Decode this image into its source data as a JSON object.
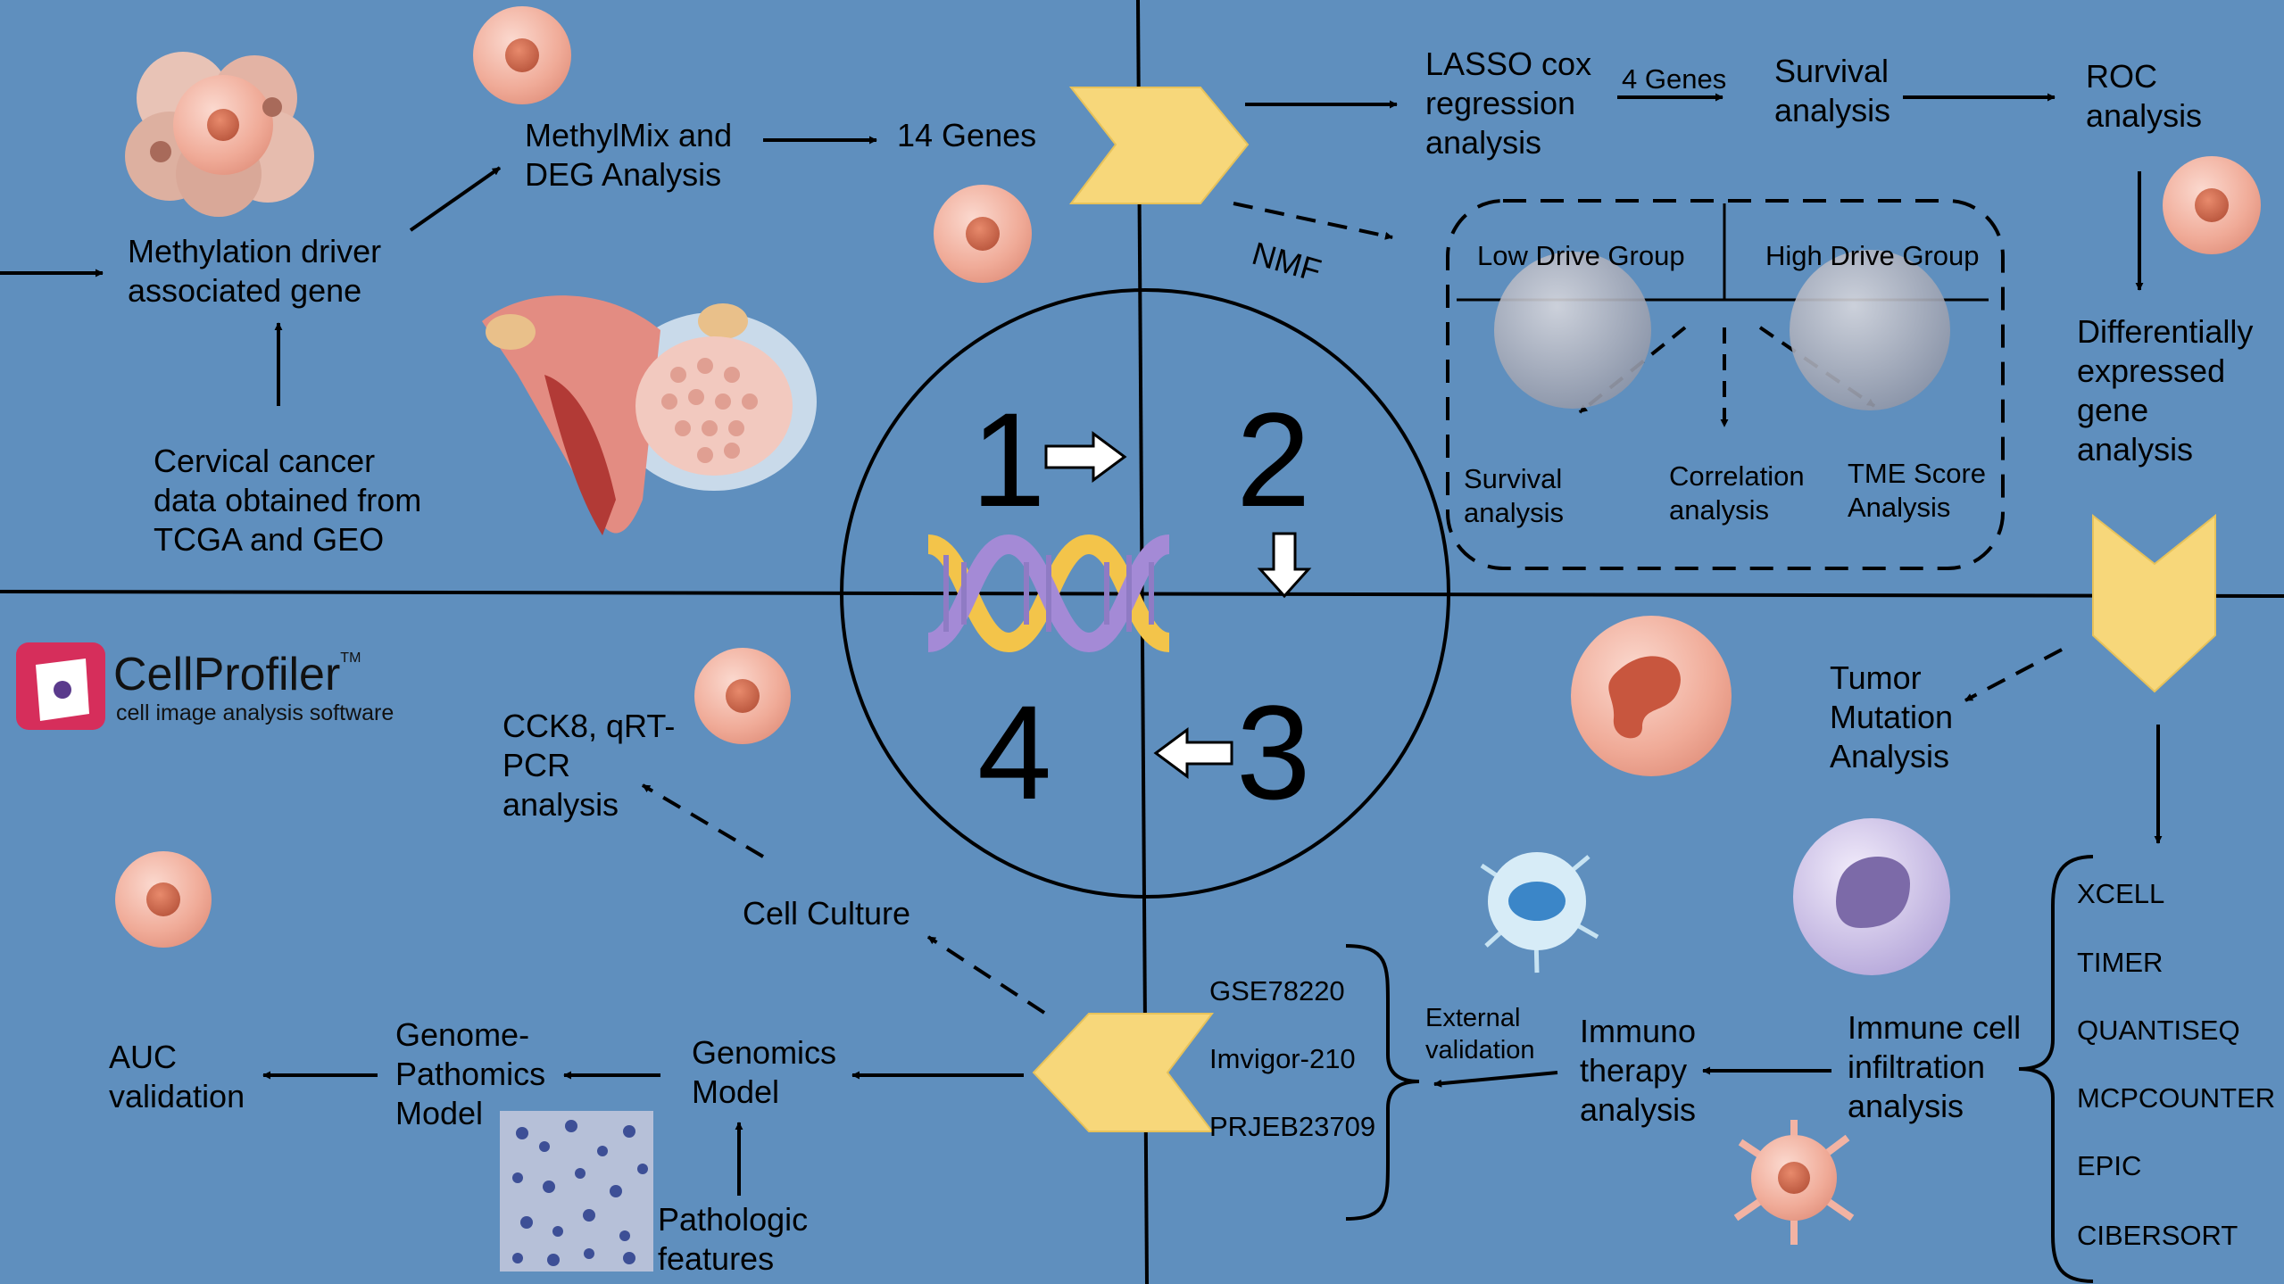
{
  "steps": [
    "1",
    "2",
    "3",
    "4"
  ],
  "quadrant1": {
    "methylation_driver": [
      "Methylation driver",
      "associated gene"
    ],
    "cervical_data": [
      "Cervical cancer",
      "data obtained from",
      "TCGA and GEO"
    ],
    "methylmix": [
      "MethylMix and",
      "DEG Analysis"
    ],
    "genes14": "14 Genes"
  },
  "quadrant2": {
    "lasso": [
      "LASSO cox",
      "regression",
      "analysis"
    ],
    "genes4": "4 Genes",
    "survival": [
      "Survival",
      "analysis"
    ],
    "roc": [
      "ROC",
      "analysis"
    ],
    "nmf": "NMF",
    "low_group": "Low Drive Group",
    "high_group": "High Drive Group",
    "survival2": [
      "Survival",
      "analysis"
    ],
    "correlation": [
      "Correlation",
      "analysis"
    ],
    "tme": [
      "TME Score",
      "Analysis"
    ],
    "deg": [
      "Differentially",
      "expressed",
      "gene",
      "analysis"
    ]
  },
  "quadrant3": {
    "tumor_mutation": [
      "Tumor",
      "Mutation",
      "Analysis"
    ],
    "methods": [
      "XCELL",
      "TIMER",
      "QUANTISEQ",
      "MCPCOUNTER",
      "EPIC",
      "CIBERSORT"
    ],
    "immune_infiltration": [
      "Immune cell",
      "infiltration",
      "analysis"
    ],
    "immunotherapy": [
      "Immuno",
      "therapy",
      "analysis"
    ],
    "external": [
      "External",
      "validation"
    ],
    "datasets": [
      "GSE78220",
      "Imvigor-210",
      "PRJEB23709"
    ]
  },
  "quadrant4": {
    "cellprofiler_title": "CellProfiler",
    "cellprofiler_tm": "TM",
    "cellprofiler_sub": "cell image analysis software",
    "cck8": [
      "CCK8, qRT-",
      "PCR",
      "analysis"
    ],
    "cell_culture": "Cell Culture",
    "genomics": [
      "Genomics",
      "Model"
    ],
    "genome_pathomics": [
      "Genome-",
      "Pathomics",
      "Model"
    ],
    "auc": [
      "AUC",
      "validation"
    ],
    "pathologic": [
      "Pathologic",
      "features"
    ]
  },
  "colors": {
    "background": "#5f8fbe",
    "chevron": "#f7d77a",
    "dna_yellow": "#f3c44a",
    "dna_purple": "#a48ad6",
    "cell_pink": "#f2b3a3",
    "cellprofiler_red": "#d62e5b"
  }
}
